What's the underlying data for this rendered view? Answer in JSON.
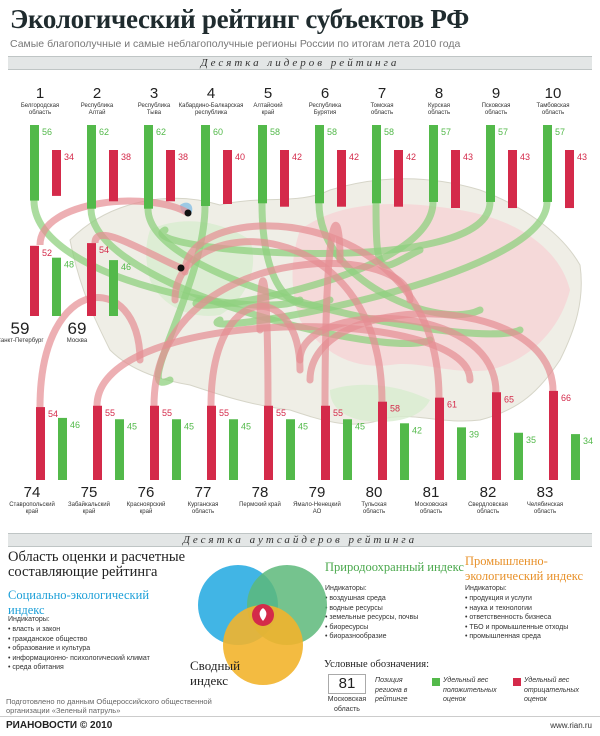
{
  "header": {
    "title": "Экологический рейтинг субъектов РФ",
    "subtitle": "Самые благополучные и самые неблагополучные регионы России по итогам лета 2010 года"
  },
  "bands": {
    "leaders": "Десятка лидеров рейтинга",
    "outsiders": "Десятка аутсайдеров рейтинга"
  },
  "colors": {
    "green": "#53b94a",
    "red": "#d42a4a",
    "green_arc": "#8fd07f",
    "red_arc": "#e68d93",
    "blue_circle": "#20a8e0",
    "green_circle": "#5db97a",
    "orange_circle": "#f2b42c"
  },
  "chart_data": {
    "type": "bar",
    "series": [
      {
        "name": "Удельный вес положительных оценок",
        "color": "#53b94a"
      },
      {
        "name": "Удельный вес отрицательных оценок",
        "color": "#d42a4a"
      }
    ],
    "leaders": [
      {
        "rank": "1",
        "region": "Белгородская область",
        "positive": 56,
        "negative": 34
      },
      {
        "rank": "2",
        "region": "Республика Алтай",
        "positive": 62,
        "negative": 38
      },
      {
        "rank": "3",
        "region": "Республика Тыва",
        "positive": 62,
        "negative": 38
      },
      {
        "rank": "4",
        "region": "Кабардино-Балкарская республика",
        "positive": 60,
        "negative": 40
      },
      {
        "rank": "5",
        "region": "Алтайский край",
        "positive": 58,
        "negative": 42
      },
      {
        "rank": "6",
        "region": "Республика Бурятия",
        "positive": 58,
        "negative": 42
      },
      {
        "rank": "7",
        "region": "Томская область",
        "positive": 58,
        "negative": 42
      },
      {
        "rank": "8",
        "region": "Курская область",
        "positive": 57,
        "negative": 43
      },
      {
        "rank": "9",
        "region": "Псковская область",
        "positive": 57,
        "negative": 43
      },
      {
        "rank": "10",
        "region": "Тамбовская область",
        "positive": 57,
        "negative": 43
      }
    ],
    "capitals": [
      {
        "rank": "59",
        "region": "Санкт-Петербург",
        "positive": 48,
        "negative": 52
      },
      {
        "rank": "69",
        "region": "Москва",
        "positive": 46,
        "negative": 54
      }
    ],
    "outsiders": [
      {
        "rank": "74",
        "region": "Ставропольский край",
        "positive": 46,
        "negative": 54
      },
      {
        "rank": "75",
        "region": "Забайкальский край",
        "positive": 45,
        "negative": 55
      },
      {
        "rank": "76",
        "region": "Красноярский край",
        "positive": 45,
        "negative": 55
      },
      {
        "rank": "77",
        "region": "Курганская область",
        "positive": 45,
        "negative": 55
      },
      {
        "rank": "78",
        "region": "Пермский край",
        "positive": 45,
        "negative": 55
      },
      {
        "rank": "79",
        "region": "Ямало-Ненецкий АО",
        "positive": 45,
        "negative": 55
      },
      {
        "rank": "80",
        "region": "Тульская область",
        "positive": 42,
        "negative": 58
      },
      {
        "rank": "81",
        "region": "Московская область",
        "positive": 39,
        "negative": 61
      },
      {
        "rank": "82",
        "region": "Свердловская область",
        "positive": 35,
        "negative": 65
      },
      {
        "rank": "83",
        "region": "Челябинская область",
        "positive": 34,
        "negative": 66
      }
    ]
  },
  "methodology": {
    "heading": "Область оценки и расчетные составляющие рейтинга",
    "social": {
      "title": "Социально-экологический индекс",
      "indicators_label": "Индикаторы:",
      "items": [
        "власть и закон",
        "гражданское общество",
        "образование и культура",
        "информационно- психологический климат",
        "среда обитания"
      ]
    },
    "nature": {
      "title": "Природоохранный индекс",
      "indicators_label": "Индикаторы:",
      "items": [
        "воздушная среда",
        "водные ресурсы",
        "земельные ресурсы, почвы",
        "биоресурсы",
        "биоразнообразие"
      ]
    },
    "industry": {
      "title": "Промышленно-экологический индекс",
      "indicators_label": "Индикаторы:",
      "items": [
        "продукция и услуги",
        "наука и технологии",
        "ответственность бизнеса",
        "ТБО и промышленные отходы",
        "промышленная среда"
      ]
    },
    "combined": "Сводный индекс"
  },
  "legend": {
    "title": "Условные обозначения:",
    "sample_rank": "81",
    "sample_region": "Московская область",
    "place_label": "Позиция региона в рейтинге",
    "positive_label": "Удельный вес положительных оценок",
    "negative_label": "Удельный вес отрицательных оценок"
  },
  "footer": {
    "source": "Подготовлено по данным Общероссийского общественной организации «Зеленый патруль»",
    "logo": "РИАНОВОСТИ © 2010",
    "url": "www.rian.ru"
  }
}
